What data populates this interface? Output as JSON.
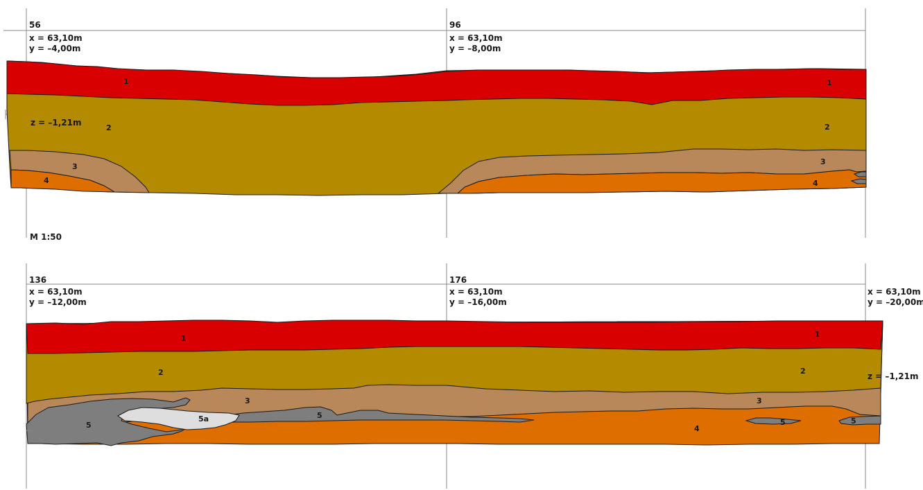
{
  "colors": {
    "layer_1": "#d80000",
    "layer_2": "#b38a00",
    "layer_3": "#b8875a",
    "layer_4": "#de6e00",
    "layer_5": "#7e7e7e",
    "layer_5a": "#dedede",
    "outline": "#1a1a1a",
    "guide": "#8a8a8a"
  },
  "scale": "M 1:50",
  "top_section": {
    "markers": [
      {
        "number": "56",
        "x": "x = 63,10m",
        "y": "y = –4,00m"
      },
      {
        "number": "96",
        "x": "x = 63,10m",
        "y": "y = –8,00m"
      }
    ],
    "z_label": "z = –1,21m",
    "layer_labels": {
      "l1_left": "1",
      "l1_right": "1",
      "l2_left": "2",
      "l2_right": "2",
      "l3_left": "3",
      "l3_right": "3",
      "l4_left": "4",
      "l4_right": "4"
    }
  },
  "bottom_section": {
    "markers": [
      {
        "number": "136",
        "x": "x = 63,10m",
        "y": "y = –12,00m"
      },
      {
        "number": "176",
        "x": "x = 63,10m",
        "y": "y = –16,00m"
      },
      {
        "number": "",
        "x": "x = 63,10m",
        "y": "y = –20,00m"
      }
    ],
    "z_label": "z = –1,21m",
    "layer_labels": {
      "l1_left": "1",
      "l1_right": "1",
      "l2_left": "2",
      "l2_right": "2",
      "l3_left": "3",
      "l3_right": "3",
      "l4": "4",
      "l5_left": "5",
      "l5_mid": "5",
      "l5_r1": "5",
      "l5_r2": "5",
      "l5a": "5a"
    }
  }
}
